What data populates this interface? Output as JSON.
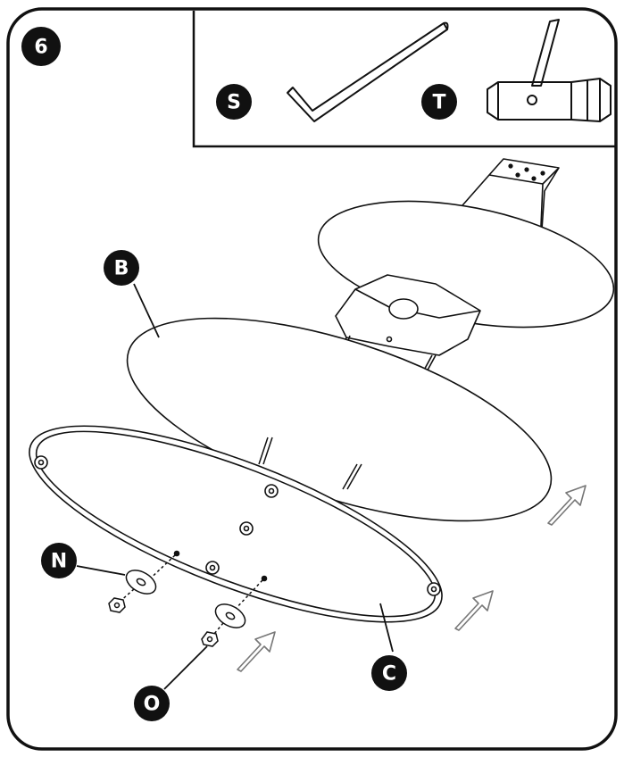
{
  "step": {
    "number": "6"
  },
  "labels": {
    "S": "S",
    "T": "T",
    "B": "B",
    "C": "C",
    "N": "N",
    "O": "O"
  },
  "colors": {
    "stroke": "#111111",
    "badge": "#111111",
    "badge_text": "#ffffff",
    "arrow_stroke": "#777777",
    "background": "#ffffff"
  },
  "icons": {
    "tools_box": [
      "hex-key-icon",
      "socket-wrench-icon"
    ],
    "hardware": [
      "washer-icon",
      "nut-icon",
      "bolt-icon"
    ],
    "direction": "up-right-arrow-icon"
  }
}
